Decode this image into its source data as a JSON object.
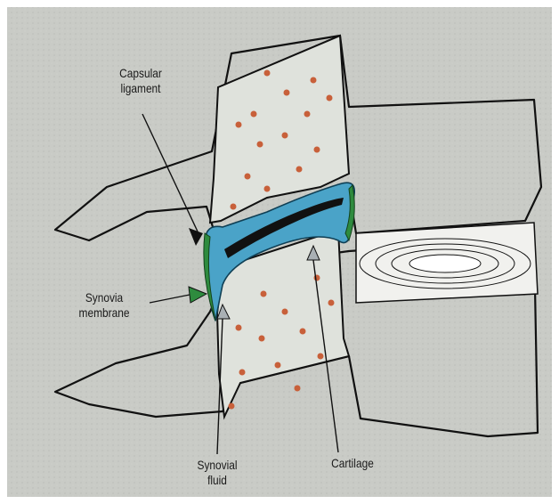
{
  "labels": {
    "capsular": {
      "line1": "Capsular",
      "line2": "ligament"
    },
    "synovial_membrane": {
      "line1": "Synovia",
      "line2": "membrane"
    },
    "synovial_fluid": {
      "line1": "Synovial",
      "line2": "fluid"
    },
    "cartilage": {
      "line1": "Cartilage"
    }
  },
  "colors": {
    "background": "#c9cbc6",
    "frame": "#ffffff",
    "outline": "#111111",
    "joint_fluid": "#4aa3c8",
    "synovial_membrane": "#2e8b3e",
    "pointer_fill": "#a9b0b4",
    "bone_dots": "#c8603a"
  }
}
